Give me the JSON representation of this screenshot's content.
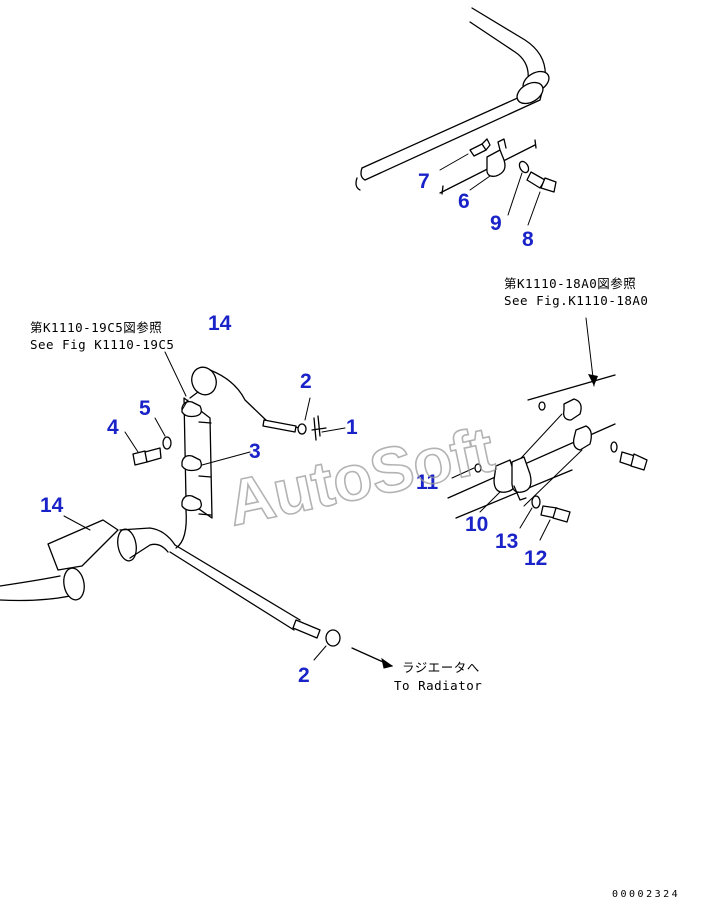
{
  "watermark": "AutoSoft",
  "callouts": {
    "c1": "1",
    "c2a": "2",
    "c2b": "2",
    "c3": "3",
    "c4": "4",
    "c5": "5",
    "c6": "6",
    "c7": "7",
    "c8": "8",
    "c9": "9",
    "c10": "10",
    "c11": "11",
    "c12": "12",
    "c13": "13",
    "c14a": "14",
    "c14b": "14"
  },
  "refs": {
    "left_jp": "第K1110-19C5図参照",
    "left_en": "See Fig K1110-19C5",
    "right_jp": "第K1110-18A0図参照",
    "right_en": "See Fig.K1110-18A0",
    "radiator_jp": "ラジエータへ",
    "radiator_en": "To Radiator"
  },
  "doc_number": "00002324",
  "colors": {
    "callout": "#1a23c8",
    "line": "#000000",
    "watermark": "#9a9a9a"
  }
}
